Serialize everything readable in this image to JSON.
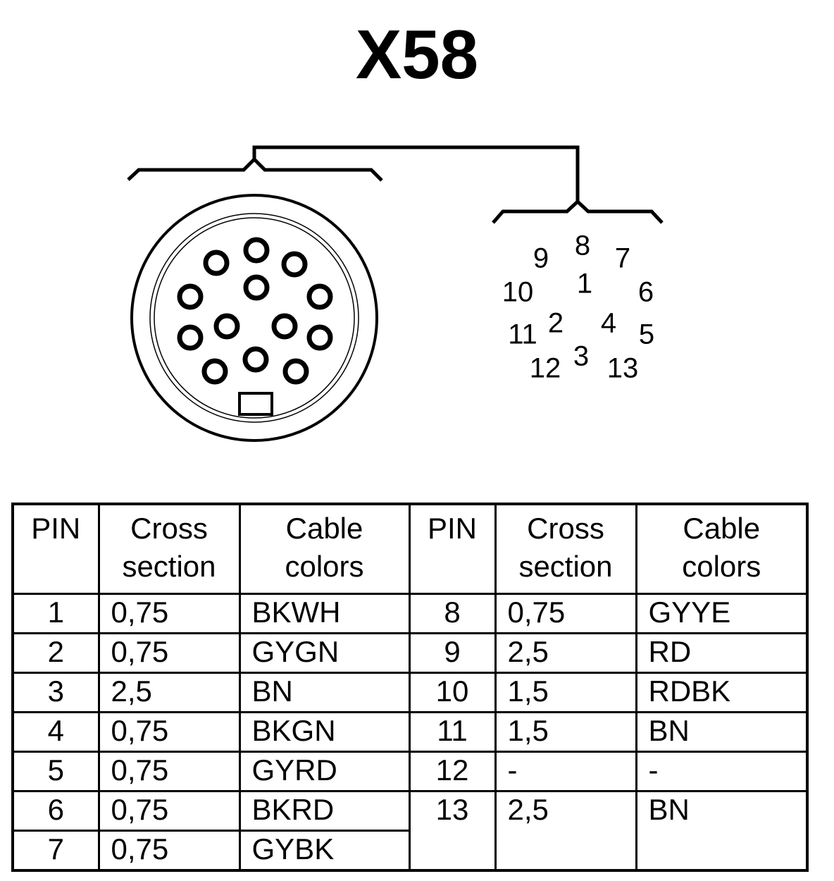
{
  "title": "X58",
  "pin_labels": [
    "1",
    "2",
    "3",
    "4",
    "5",
    "6",
    "7",
    "8",
    "9",
    "10",
    "11",
    "12",
    "13"
  ],
  "table": {
    "headers": {
      "pin": "PIN",
      "cross_line1": "Cross",
      "cross_line2": "section",
      "colors_line1": "Cable",
      "colors_line2": "colors"
    },
    "left_rows": [
      {
        "pin": "1",
        "cross": "0,75",
        "color": "BKWH"
      },
      {
        "pin": "2",
        "cross": "0,75",
        "color": "GYGN"
      },
      {
        "pin": "3",
        "cross": "2,5",
        "color": "BN"
      },
      {
        "pin": "4",
        "cross": "0,75",
        "color": "BKGN"
      },
      {
        "pin": "5",
        "cross": "0,75",
        "color": "GYRD"
      },
      {
        "pin": "6",
        "cross": "0,75",
        "color": "BKRD"
      },
      {
        "pin": "7",
        "cross": "0,75",
        "color": "GYBK"
      }
    ],
    "right_rows": [
      {
        "pin": "8",
        "cross": "0,75",
        "color": "GYYE"
      },
      {
        "pin": "9",
        "cross": "2,5",
        "color": "RD"
      },
      {
        "pin": "10",
        "cross": "1,5",
        "color": "RDBK"
      },
      {
        "pin": "11",
        "cross": "1,5",
        "color": "BN"
      },
      {
        "pin": "12",
        "cross": "-",
        "color": "-"
      },
      {
        "pin": "13",
        "cross": "2,5",
        "color": "BN"
      }
    ]
  }
}
